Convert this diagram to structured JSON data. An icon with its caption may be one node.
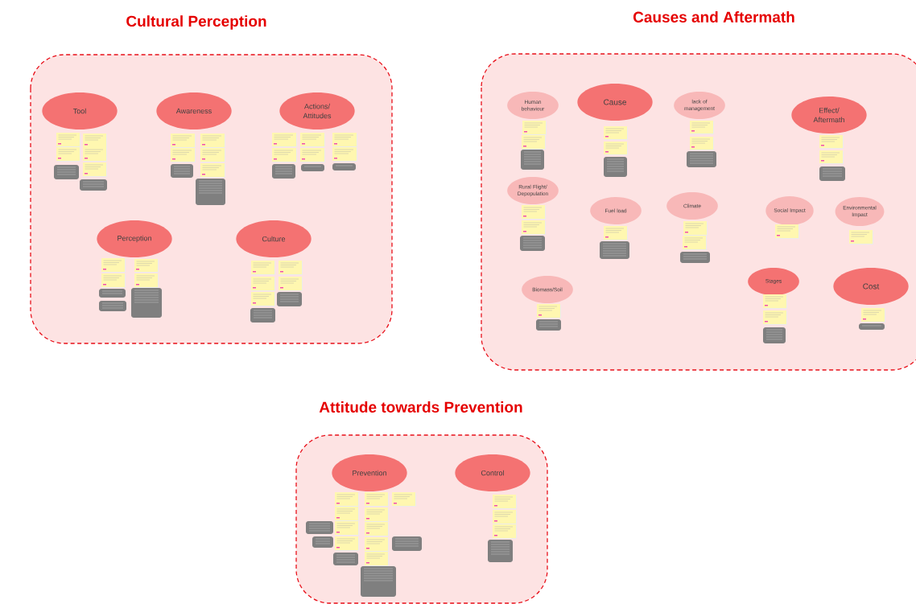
{
  "diagram": {
    "nodes": [
      {
        "text": [
          "Cultural Perception"
        ]
      },
      {
        "text": [
          "Tool"
        ],
        "in": 0
      },
      {
        "text": [
          "Awareness"
        ],
        "in": 0
      },
      {
        "text": [
          "Actions/ Attitudes"
        ],
        "in": 0
      },
      {
        "text": [
          "Perception"
        ],
        "in": 0
      },
      {
        "text": [
          "Culture"
        ],
        "in": 0
      },
      {
        "text": [
          "Causes and Aftermath"
        ]
      },
      {
        "text": [
          "Human behaviour"
        ],
        "in": 6
      },
      {
        "text": [
          "Cause"
        ],
        "in": 6
      },
      {
        "text": [
          "lack of management"
        ],
        "in": 6
      },
      {
        "text": [
          "Effect/ Aftermath"
        ],
        "in": 6
      },
      {
        "text": [
          "Rural Flight/ Depopulation"
        ],
        "in": 6
      },
      {
        "text": [
          "Fuel load"
        ],
        "in": 6
      },
      {
        "text": [
          "Climate"
        ],
        "in": 6
      },
      {
        "text": [
          "Social Impact"
        ],
        "in": 6
      },
      {
        "text": [
          "Environmental Impact"
        ],
        "in": 6
      },
      {
        "text": [
          "Biomass/Soil"
        ],
        "in": 6
      },
      {
        "text": [
          "Stages"
        ],
        "in": 6
      },
      {
        "text": [
          "Cost"
        ],
        "in": 6
      },
      {
        "text": [
          "Attitude towards Prevention"
        ]
      },
      {
        "text": [
          "Prevention"
        ],
        "in": 19
      },
      {
        "text": [
          "Control"
        ],
        "in": 19
      }
    ]
  }
}
